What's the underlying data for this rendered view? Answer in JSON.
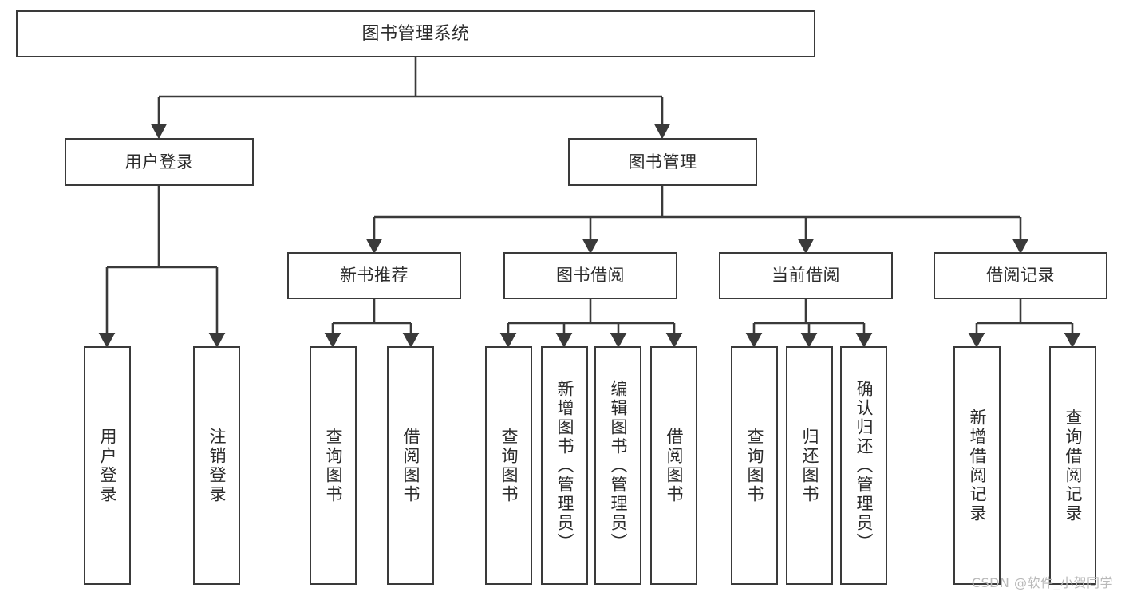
{
  "diagram": {
    "title": "图书管理系统",
    "type": "tree",
    "watermark": "CSDN @软件_小贺同学",
    "colors": {
      "box_border": "#3a3a3a",
      "box_fill": "#ffffff",
      "edge": "#3a3a3a",
      "text": "#2b2b2b",
      "watermark": "#b9b9b9",
      "background": "#ffffff"
    },
    "nodes": {
      "root": {
        "label": "图书管理系统",
        "level": 1,
        "orientation": "horizontal"
      },
      "l2": [
        {
          "label": "用户登录",
          "level": 2,
          "orientation": "horizontal"
        },
        {
          "label": "图书管理",
          "level": 2,
          "orientation": "horizontal"
        }
      ],
      "l3": [
        {
          "label": "新书推荐",
          "level": 3,
          "orientation": "horizontal"
        },
        {
          "label": "图书借阅",
          "level": 3,
          "orientation": "horizontal"
        },
        {
          "label": "当前借阅",
          "level": 3,
          "orientation": "horizontal"
        },
        {
          "label": "借阅记录",
          "level": 3,
          "orientation": "horizontal"
        }
      ],
      "leaves": [
        {
          "label": "用户登录",
          "parent": "用户登录",
          "orientation": "vertical"
        },
        {
          "label": "注销登录",
          "parent": "用户登录",
          "orientation": "vertical"
        },
        {
          "label": "查询图书",
          "parent": "新书推荐",
          "orientation": "vertical"
        },
        {
          "label": "借阅图书",
          "parent": "新书推荐",
          "orientation": "vertical"
        },
        {
          "label": "查询图书",
          "parent": "图书借阅",
          "orientation": "vertical"
        },
        {
          "label": "新增图书（管理员）",
          "parent": "图书借阅",
          "orientation": "vertical"
        },
        {
          "label": "编辑图书（管理员）",
          "parent": "图书借阅",
          "orientation": "vertical"
        },
        {
          "label": "借阅图书",
          "parent": "图书借阅",
          "orientation": "vertical"
        },
        {
          "label": "查询图书",
          "parent": "当前借阅",
          "orientation": "vertical"
        },
        {
          "label": "归还图书",
          "parent": "当前借阅",
          "orientation": "vertical"
        },
        {
          "label": "确认归还（管理员）",
          "parent": "当前借阅",
          "orientation": "vertical"
        },
        {
          "label": "新增借阅记录",
          "parent": "借阅记录",
          "orientation": "vertical"
        },
        {
          "label": "查询借阅记录",
          "parent": "借阅记录",
          "orientation": "vertical"
        }
      ]
    }
  }
}
